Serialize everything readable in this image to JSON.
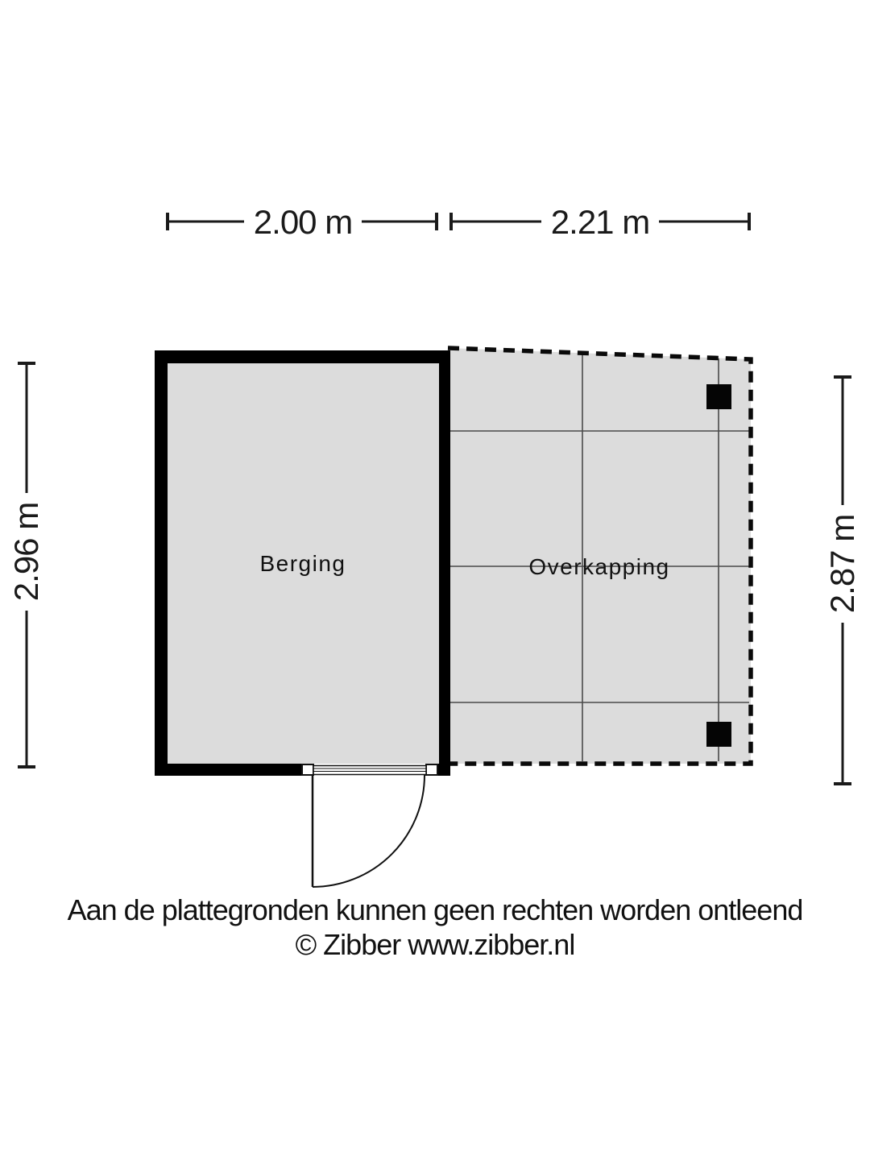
{
  "document": {
    "type": "floorplan"
  },
  "dimensions": {
    "berging_width": "2.00 m",
    "overkapping_width": "2.21 m",
    "berging_height": "2.96 m",
    "overkapping_height": "2.87 m"
  },
  "rooms": [
    {
      "label": "Berging"
    },
    {
      "label": "Overkapping"
    }
  ],
  "footer": {
    "disclaimer": "Aan de plattegronden kunnen geen rechten worden ontleend",
    "copyright": "© Zibber www.zibber.nl"
  },
  "colors": {
    "background": "#ffffff",
    "floor_fill": "#dcdcdc",
    "wall": "#000000",
    "grid_line": "#4a4a4a",
    "line": "#1a1a1a"
  }
}
